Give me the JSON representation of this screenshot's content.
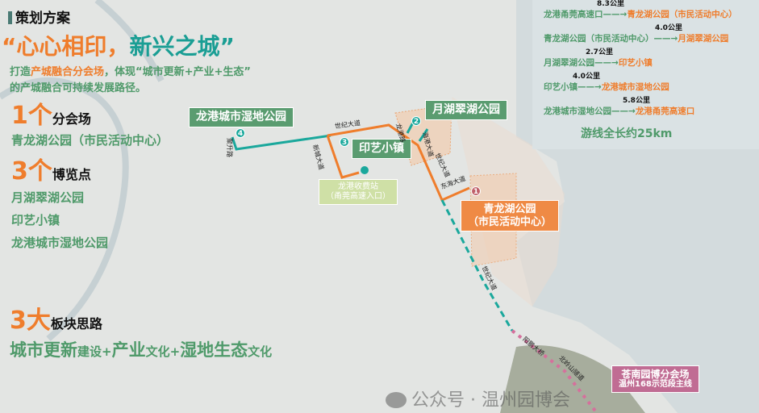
{
  "header": {
    "section": "策划方案",
    "slogan_part1": "心心相印",
    "slogan_comma": "，",
    "slogan_part2": "新兴之城",
    "quote_open": "“",
    "quote_close": "”"
  },
  "intro": {
    "line1_a": "打造",
    "line1_b": "产城融合分会场",
    "line1_c": "，体现“城市更新+产业+生态”",
    "line2": "的产城融合可持续发展路径。"
  },
  "summary": {
    "venue_count": "1个",
    "venue_label": "分会场",
    "venue": "青龙湖公园（市民活动中心）",
    "points_count": "3个",
    "points_label": "博览点",
    "points": [
      "月湖翠湖公园",
      "印艺小镇",
      "龙港城市湿地公园"
    ],
    "blocks_count": "3大",
    "blocks_label": "板块思路",
    "blocks": {
      "a": "城市更新",
      "b": "建设+",
      "c": "产业",
      "d": "文化+",
      "e": "湿地生态",
      "f": "文化"
    }
  },
  "routes": [
    {
      "distance": "8.3公里",
      "from": "龙港甬莞高速口——→",
      "to": "青龙湖公园（市民活动中心）"
    },
    {
      "distance": "4.0公里",
      "from": "青龙湖公园（市民活动中心）——→",
      "to": "月湖翠湖公园"
    },
    {
      "distance": "2.7公里",
      "from": "月湖翠湖公园——→",
      "to": "印艺小镇"
    },
    {
      "distance": "4.0公里",
      "from": "印艺小镇——→",
      "to": "龙港城市湿地公园"
    },
    {
      "distance": "5.8公里",
      "from": "龙港城市湿地公园——→",
      "to": "龙港甬莞高速口"
    }
  ],
  "total": "游线全长约25km",
  "map": {
    "labels": {
      "wetland": "龙港城市湿地公园",
      "yuehu": "月湖翠湖公园",
      "yinyi": "印艺小镇",
      "toll_1": "龙港收费站",
      "toll_2": "（甬莞高速入口）",
      "qinglong_1": "青龙湖公园",
      "qinglong_2": "（市民活动中心）",
      "cangnan_1": "苍南园博分会场",
      "cangnan_2": "温州168示范段主线"
    },
    "roads": {
      "shiji1": "世纪大道",
      "shiji2": "世纪大道",
      "shiji3": "世纪大道",
      "donghai": "东海大道",
      "xincheng": "新城大道",
      "jusheng": "聚升路",
      "r1": "龙港路",
      "r2": "海港大道",
      "bridge": "阳鹏大桥",
      "tunnel": "北岭山隧道"
    },
    "markers": [
      "1",
      "2",
      "3",
      "4"
    ]
  },
  "watermark": "公众号 · 温州园博会",
  "colors": {
    "green": "#4f9a6a",
    "orange": "#ef7d2c",
    "teal": "#1aa89c",
    "pink": "#c06c93"
  }
}
